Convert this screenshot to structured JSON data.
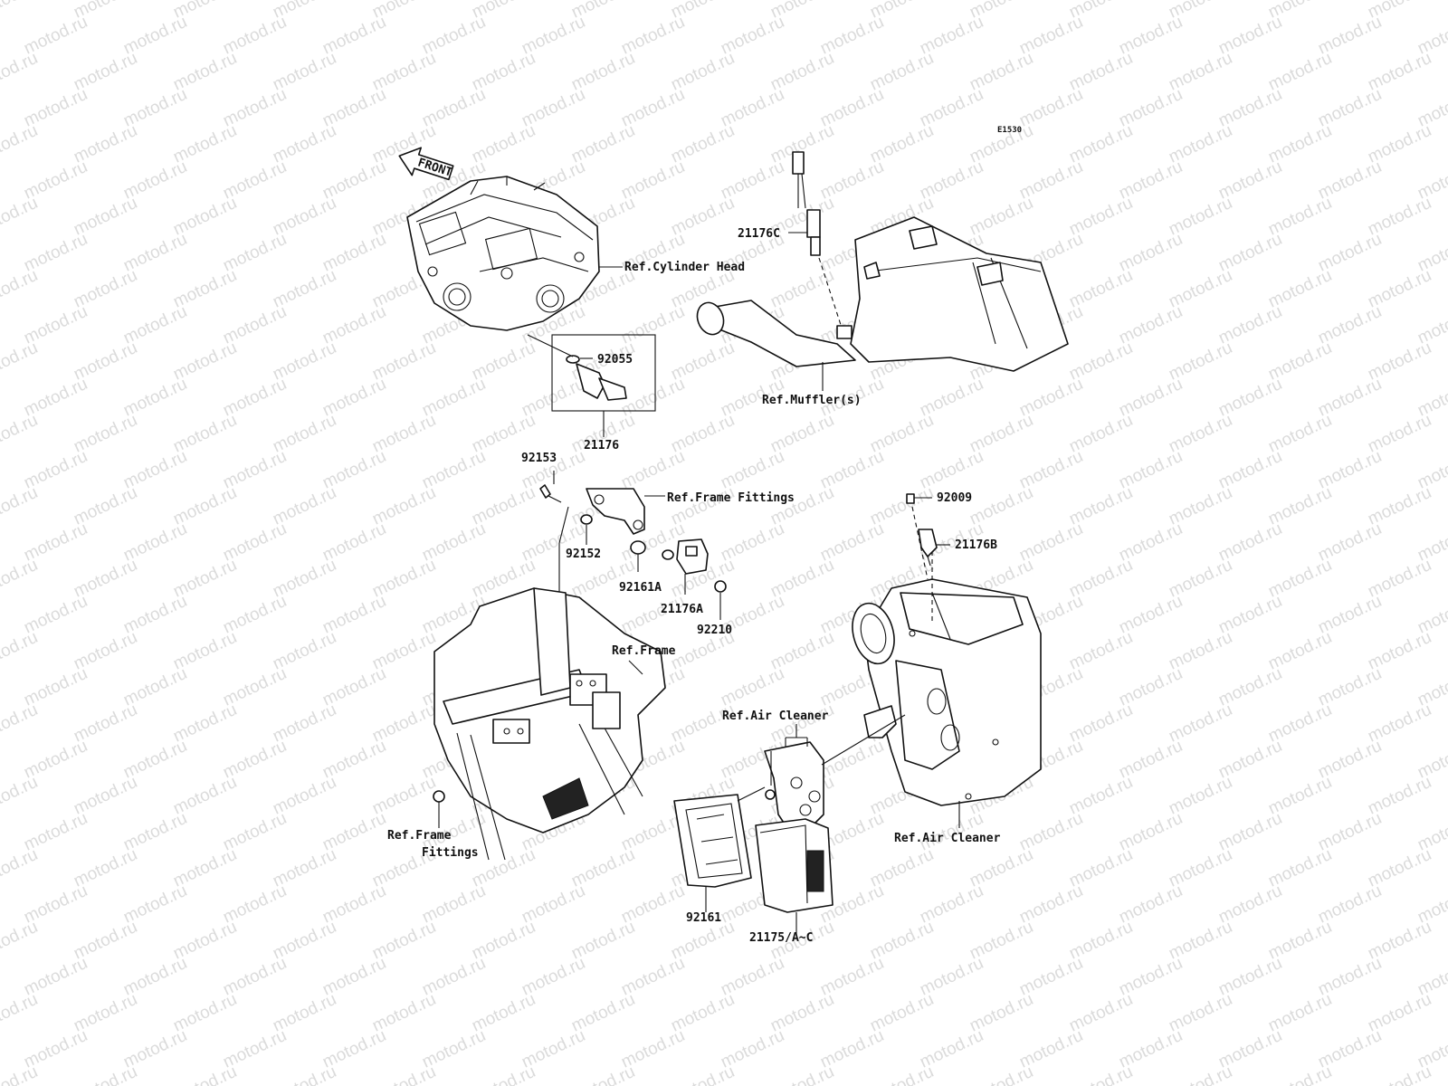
{
  "watermark": {
    "text": "motod.ru"
  },
  "diagram": {
    "code": "E1530",
    "front_label": "FRONT",
    "labels": {
      "ref_cylinder_head": "Ref.Cylinder Head",
      "part_21176c": "21176C",
      "part_92055": "92055",
      "part_21176": "21176",
      "ref_muffler": "Ref.Muffler(s)",
      "part_92153": "92153",
      "ref_frame_fittings_top": "Ref.Frame Fittings",
      "part_92152": "92152",
      "part_92161a": "92161A",
      "part_21176a": "21176A",
      "part_92210": "92210",
      "part_92009": "92009",
      "part_21176b": "21176B",
      "ref_frame": "Ref.Frame",
      "ref_air_cleaner_mid": "Ref.Air Cleaner",
      "ref_frame_fittings_bottom_line1": "Ref.Frame",
      "ref_frame_fittings_bottom_line2": "Fittings",
      "ref_air_cleaner_right": "Ref.Air Cleaner",
      "part_92161": "92161",
      "part_21175": "21175/A~C"
    }
  }
}
